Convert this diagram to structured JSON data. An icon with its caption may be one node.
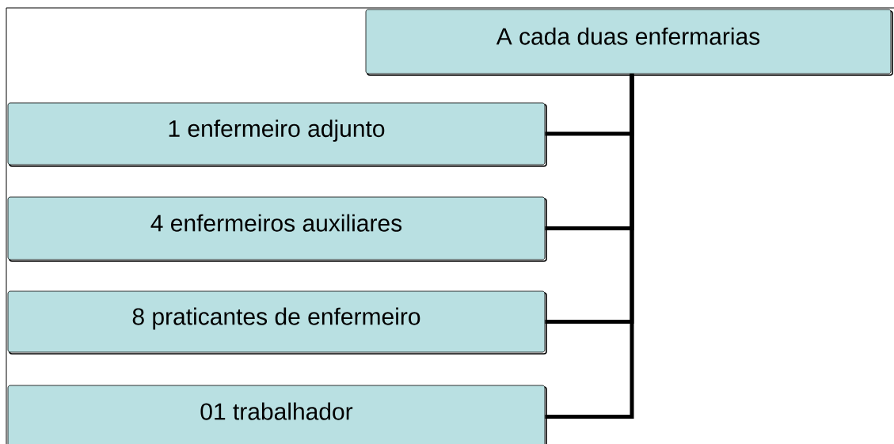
{
  "diagram": {
    "nodes": [
      {
        "text": [
          "A cada duas enfermarias"
        ]
      },
      {
        "text": [
          "1 enfermeiro adjunto"
        ]
      },
      {
        "text": [
          "4 enfermeiros auxiliares"
        ]
      },
      {
        "text": [
          "8 praticantes de enfermeiro"
        ]
      },
      {
        "text": [
          "01 trabalhador"
        ]
      }
    ],
    "edges": [
      {
        "from": 0,
        "to": 1,
        "arrow": "none"
      },
      {
        "from": 0,
        "to": 2,
        "arrow": "none"
      },
      {
        "from": 0,
        "to": 3,
        "arrow": "none"
      },
      {
        "from": 0,
        "to": 4,
        "arrow": "none"
      }
    ]
  }
}
